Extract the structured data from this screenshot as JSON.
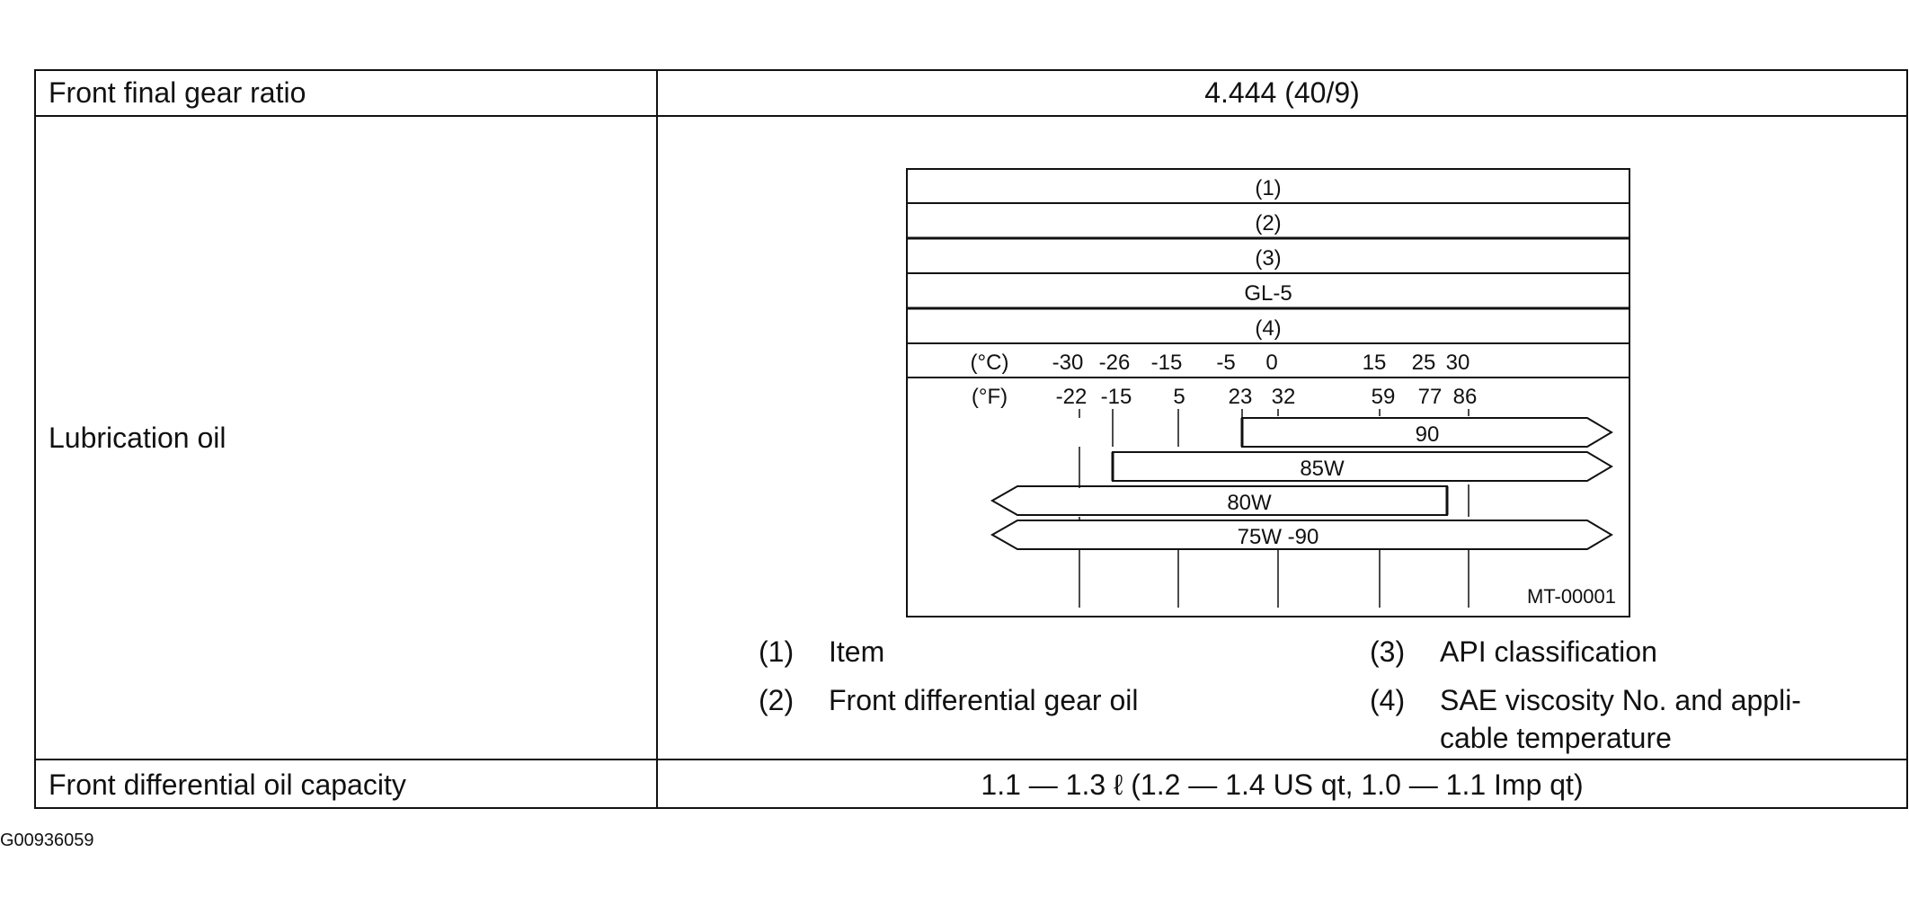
{
  "rows": [
    {
      "label": "Front final gear ratio",
      "value": "4.444 (40/9)"
    },
    {
      "label": "Lubrication oil"
    },
    {
      "label": "Front differential oil capacity",
      "value": "1.1 — 1.3 ℓ  (1.2 — 1.4 US qt, 1.0 — 1.1 Imp qt)"
    }
  ],
  "diagram": {
    "band_labels": [
      "(1)",
      "(2)",
      "(3)",
      "GL-5",
      "(4)"
    ],
    "celsius_unit": "(°C)",
    "fahrenheit_unit": "(°F)",
    "celsius_ticks": [
      "-30",
      "-26",
      "-15",
      "-5",
      "0",
      "15",
      "25",
      "30"
    ],
    "fahrenheit_ticks": [
      "-22",
      "-15",
      "5",
      "23",
      "32",
      "59",
      "77",
      "86"
    ],
    "grades": [
      "90",
      "85W",
      "80W",
      "75W -90"
    ],
    "figure_code": "MT-00001"
  },
  "legend": [
    {
      "num": "(1)",
      "text": "Item"
    },
    {
      "num": "(2)",
      "text": "Front differential gear oil"
    },
    {
      "num": "(3)",
      "text": "API classification"
    },
    {
      "num": "(4)",
      "text": "SAE viscosity No. and appli-",
      "text_cont": "cable temperature"
    }
  ],
  "footer_code": "G00936059"
}
